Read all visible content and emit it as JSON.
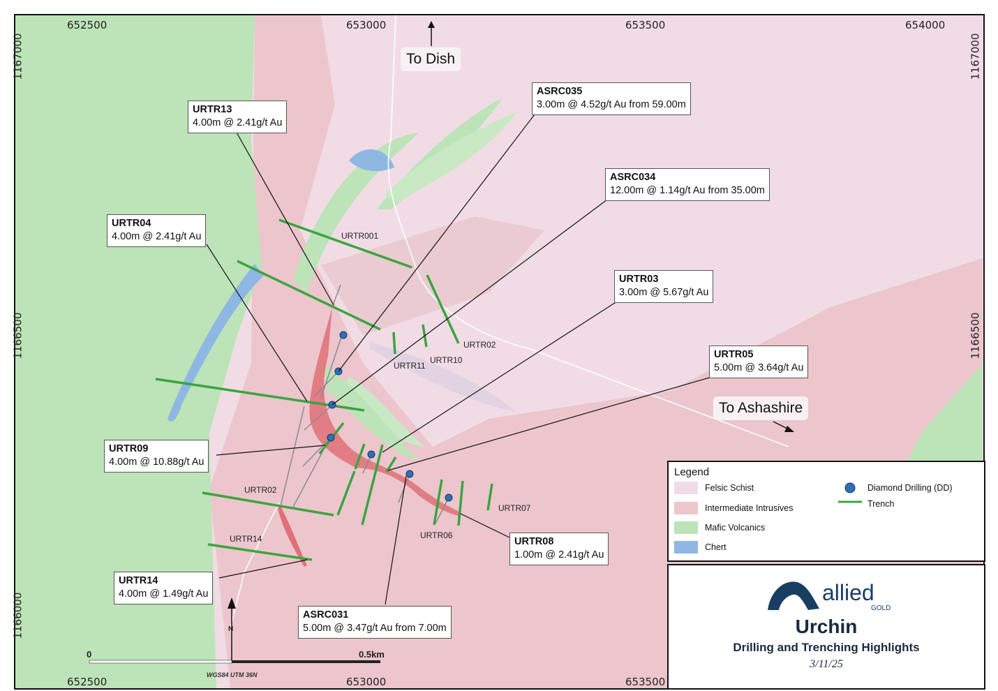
{
  "coords": {
    "top": [
      "652500",
      "653000",
      "653500",
      "654000"
    ],
    "bottom": [
      "652500",
      "653000",
      "653500"
    ],
    "left": [
      "1167000",
      "1166500",
      "1166000"
    ],
    "right": [
      "1167000",
      "1166500"
    ]
  },
  "places": {
    "dish": "To Dish",
    "ashashire": "To Ashashire"
  },
  "callouts": [
    {
      "id": "URTR13",
      "value": "4.00m @ 2.41g/t Au"
    },
    {
      "id": "ASRC035",
      "value": "3.00m @ 4.52g/t Au from 59.00m"
    },
    {
      "id": "ASRC034",
      "value": "12.00m @ 1.14g/t Au from 35.00m"
    },
    {
      "id": "URTR04",
      "value": "4.00m @ 2.41g/t Au"
    },
    {
      "id": "URTR03",
      "value": "3.00m @ 5.67g/t Au"
    },
    {
      "id": "URTR05",
      "value": "5.00m @ 3.64g/t Au"
    },
    {
      "id": "URTR09",
      "value": "4.00m @ 10.88g/t Au"
    },
    {
      "id": "URTR08",
      "value": "1.00m @ 2.41g/t Au"
    },
    {
      "id": "URTR14",
      "value": "4.00m @ 1.49g/t Au"
    },
    {
      "id": "ASRC031",
      "value": "5.00m @ 3.47g/t Au from 7.00m"
    }
  ],
  "trench_labels": [
    "URTR001",
    "URTR02",
    "URTR11",
    "URTR10",
    "URTR02",
    "URTR14",
    "URTR06",
    "URTR07"
  ],
  "legend": {
    "title": "Legend",
    "items": [
      "Felsic Schist",
      "Intermediate Intrusives",
      "Mafic Volcanics",
      "Chert",
      "Diamond Drilling (DD)",
      "Trench"
    ],
    "colors": {
      "felsic": "#f1dce5",
      "intermediate": "#ecc6cc",
      "mafic": "#bde3b8",
      "chert": "#8fb7e3",
      "dd": "#2f6fb3",
      "trench": "#3aa540"
    }
  },
  "title": {
    "logo": "allied",
    "logo_sub": "GOLD",
    "name": "Urchin",
    "subtitle": "Drilling and Trenching Highlights",
    "date": "3/11/25"
  },
  "scale": {
    "start": "0",
    "end": "0.5km",
    "north": "N",
    "datum": "WGS84 UTM 36N"
  }
}
